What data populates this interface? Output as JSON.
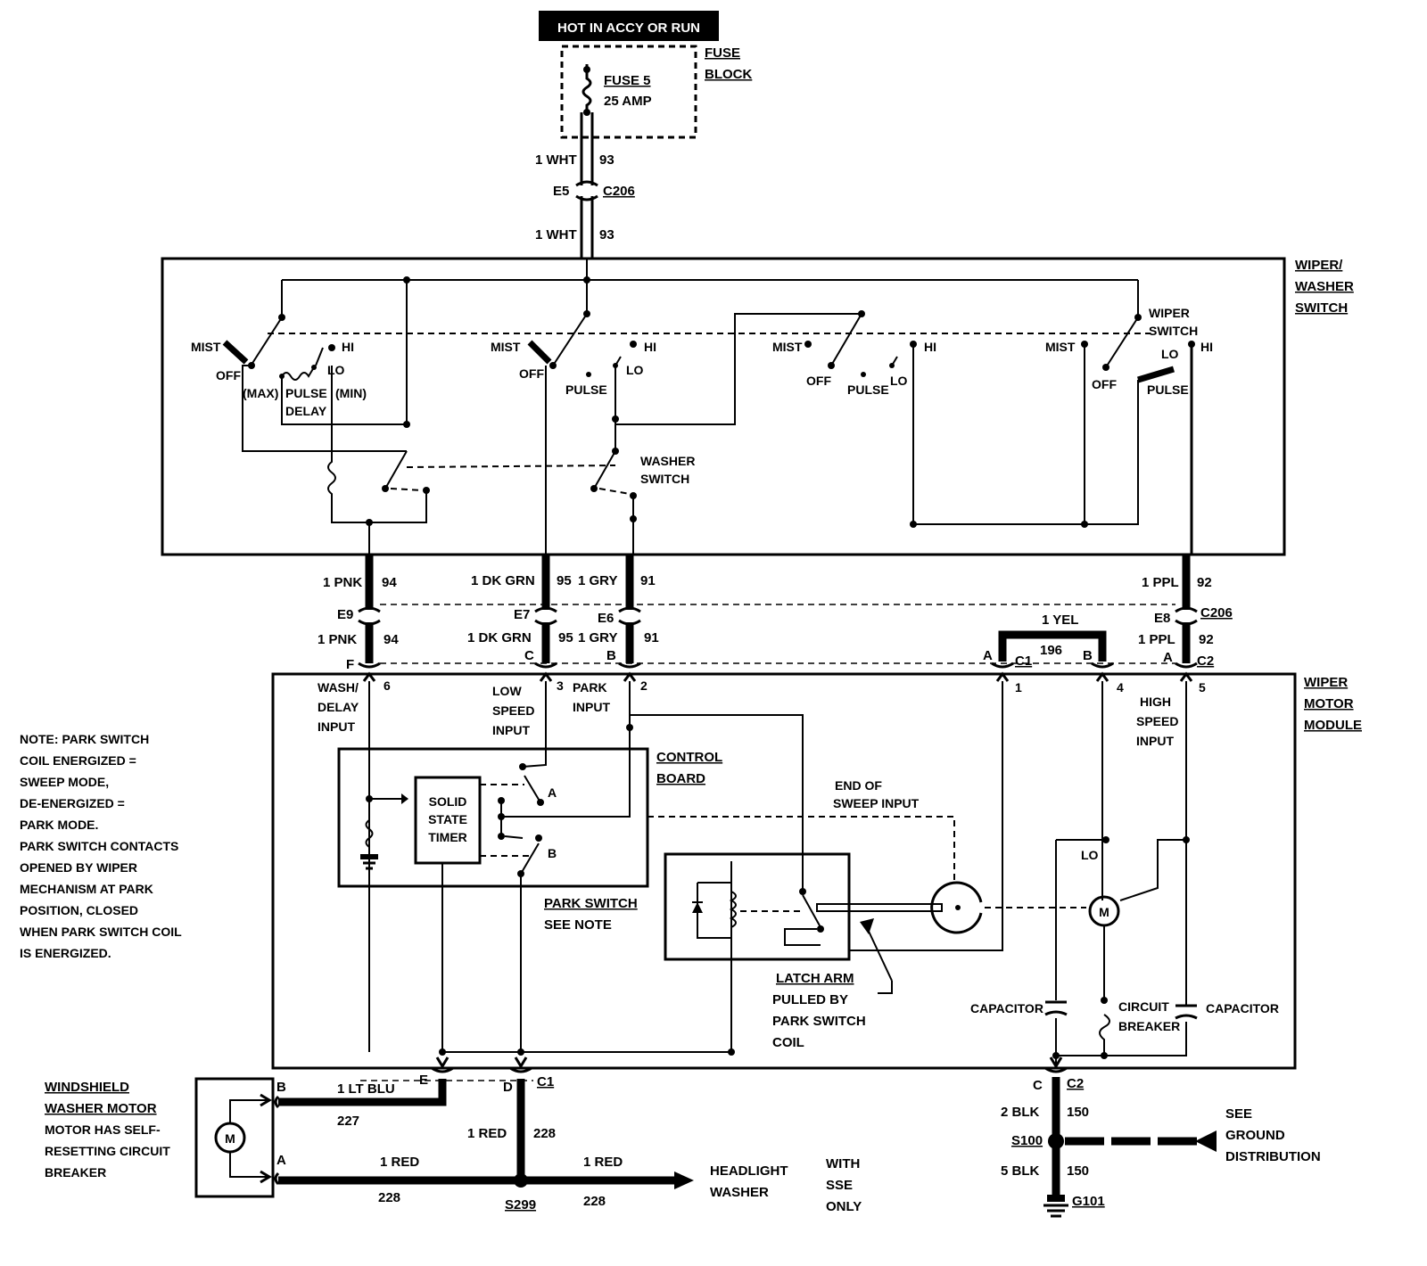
{
  "power": {
    "header": "HOT IN ACCY OR RUN",
    "fuse_block": [
      "FUSE",
      "BLOCK"
    ],
    "fuse_name": "FUSE 5",
    "fuse_rating": "25 AMP"
  },
  "feed_wires": {
    "wire": "1 WHT",
    "circuit": "93",
    "connector_pin": "E5",
    "connector": "C206"
  },
  "wiper_washer_switch": {
    "title": [
      "WIPER/",
      "WASHER",
      "SWITCH"
    ],
    "mist": "MIST",
    "off": "OFF",
    "hi": "HI",
    "lo": "LO",
    "pulse": "PULSE",
    "max": "(MAX)",
    "min": "(MIN)",
    "delay": "DELAY",
    "washer_switch": [
      "WASHER",
      "SWITCH"
    ],
    "wiper_switch": [
      "WIPER",
      "SWITCH"
    ]
  },
  "harness": [
    {
      "wire": "1 PNK",
      "circuit": "94",
      "pin": "E9",
      "module_pin": "F",
      "module_num": "6"
    },
    {
      "wire": "1 DK GRN",
      "circuit": "95",
      "pin": "E7",
      "module_pin": "C",
      "module_num": "3"
    },
    {
      "wire": "1 GRY",
      "circuit": "91",
      "pin": "E6",
      "module_pin": "B",
      "module_num": "2"
    },
    {
      "wire": "1 PPL",
      "circuit": "92",
      "pin": "E8",
      "module_pin": "A",
      "module_num": "5"
    }
  ],
  "c206": "C206",
  "yellow_jumper": {
    "wire": "1 YEL",
    "circuit": "196",
    "pin_a": "A",
    "pin_b": "B",
    "connector": "C1",
    "num_1": "1",
    "num_4": "4"
  },
  "c2": "C2",
  "module": {
    "title": [
      "WIPER",
      "MOTOR",
      "MODULE"
    ],
    "wash_delay": [
      "WASH/",
      "DELAY",
      "INPUT"
    ],
    "low_speed": [
      "LOW",
      "SPEED",
      "INPUT"
    ],
    "park_input": [
      "PARK",
      "INPUT"
    ],
    "high_speed": [
      "HIGH",
      "SPEED",
      "INPUT"
    ],
    "control_board": [
      "CONTROL",
      "BOARD"
    ],
    "timer": [
      "SOLID",
      "STATE",
      "TIMER"
    ],
    "relay_a": "A",
    "relay_b": "B",
    "park_switch": [
      "PARK SWITCH",
      "SEE NOTE"
    ],
    "end_of_sweep": [
      "END OF",
      "SWEEP INPUT"
    ],
    "latch_arm": [
      "LATCH ARM",
      "PULLED BY",
      "PARK SWITCH",
      "COIL"
    ],
    "capacitor": "CAPACITOR",
    "circuit_breaker": [
      "CIRCUIT",
      "BREAKER"
    ],
    "lo": "LO",
    "motor": "M"
  },
  "note": [
    "NOTE: PARK SWITCH",
    "COIL ENERGIZED =",
    "SWEEP MODE,",
    "DE-ENERGIZED =",
    "PARK MODE.",
    "PARK SWITCH CONTACTS",
    "OPENED BY WIPER",
    "MECHANISM AT PARK",
    "POSITION, CLOSED",
    "WHEN PARK SWITCH COIL",
    "IS ENERGIZED."
  ],
  "washer_motor": {
    "title": [
      "WINDSHIELD",
      "WASHER MOTOR"
    ],
    "desc": [
      "MOTOR HAS SELF-",
      "RESETTING CIRCUIT",
      "BREAKER"
    ],
    "pin_b": "B",
    "pin_a": "A",
    "motor": "M"
  },
  "bottom": {
    "pin_e": "E",
    "pin_d": "D",
    "c1": "C1",
    "blu_wire": "1 LT BLU",
    "blu_circuit": "227",
    "red_wire": "1 RED",
    "red_circuit": "228",
    "splice": "S299",
    "headlight": [
      "HEADLIGHT",
      "WASHER"
    ],
    "sse": [
      "WITH",
      "SSE",
      "ONLY"
    ],
    "pin_c": "C",
    "c2": "C2",
    "blk2": "2 BLK",
    "blk5": "5 BLK",
    "blk_circuit": "150",
    "s100": "S100",
    "g101": "G101",
    "ground_dist": [
      "SEE",
      "GROUND",
      "DISTRIBUTION"
    ]
  }
}
